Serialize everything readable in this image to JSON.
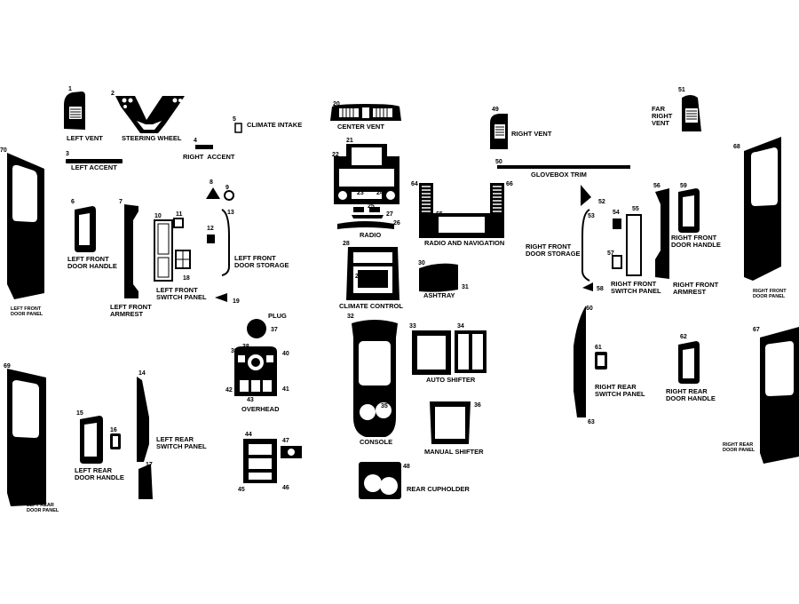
{
  "parts": [
    {
      "number": "1",
      "label": "LEFT VENT"
    },
    {
      "number": "2",
      "label": "STEERING WHEEL"
    },
    {
      "number": "3",
      "label": "LEFT ACCENT"
    },
    {
      "number": "4",
      "label": "RIGHT  ACCENT"
    },
    {
      "number": "5",
      "label": "CLIMATE INTAKE"
    },
    {
      "number": "6",
      "label": "LEFT FRONT\nDOOR HANDLE"
    },
    {
      "number": "7",
      "label": "LEFT FRONT\nARMREST"
    },
    {
      "number": "8",
      "label": ""
    },
    {
      "number": "9",
      "label": ""
    },
    {
      "number": "10",
      "label": "LEFT FRONT\nSWITCH PANEL"
    },
    {
      "number": "11",
      "label": ""
    },
    {
      "number": "12",
      "label": ""
    },
    {
      "number": "13",
      "label": "LEFT FRONT\nDOOR STORAGE"
    },
    {
      "number": "14",
      "label": "LEFT REAR\nSWITCH PANEL"
    },
    {
      "number": "15",
      "label": "LEFT REAR\nDOOR HANDLE"
    },
    {
      "number": "16",
      "label": ""
    },
    {
      "number": "17",
      "label": ""
    },
    {
      "number": "18",
      "label": ""
    },
    {
      "number": "19",
      "label": ""
    },
    {
      "number": "20",
      "label": "CENTER VENT"
    },
    {
      "number": "21",
      "label": ""
    },
    {
      "number": "22",
      "label": ""
    },
    {
      "number": "23",
      "label": ""
    },
    {
      "number": "24",
      "label": ""
    },
    {
      "number": "25",
      "label": ""
    },
    {
      "number": "26",
      "label": ""
    },
    {
      "number": "27",
      "label": "RADIO"
    },
    {
      "number": "28",
      "label": "CLIMATE CONTROL"
    },
    {
      "number": "29",
      "label": ""
    },
    {
      "number": "30",
      "label": "ASHTRAY"
    },
    {
      "number": "31",
      "label": ""
    },
    {
      "number": "32",
      "label": "CONSOLE"
    },
    {
      "number": "33",
      "label": "AUTO SHIFTER"
    },
    {
      "number": "34",
      "label": ""
    },
    {
      "number": "35",
      "label": ""
    },
    {
      "number": "36",
      "label": "MANUAL SHIFTER"
    },
    {
      "number": "37",
      "label": "PLUG"
    },
    {
      "number": "38",
      "label": "OVERHEAD"
    },
    {
      "number": "39",
      "label": ""
    },
    {
      "number": "40",
      "label": ""
    },
    {
      "number": "41",
      "label": ""
    },
    {
      "number": "42",
      "label": ""
    },
    {
      "number": "43",
      "label": ""
    },
    {
      "number": "44",
      "label": ""
    },
    {
      "number": "45",
      "label": ""
    },
    {
      "number": "46",
      "label": ""
    },
    {
      "number": "47",
      "label": ""
    },
    {
      "number": "48",
      "label": "REAR CUPHOLDER"
    },
    {
      "number": "49",
      "label": "RIGHT VENT"
    },
    {
      "number": "50",
      "label": "GLOVEBOX TRIM"
    },
    {
      "number": "51",
      "label": "FAR\nRIGHT\nVENT"
    },
    {
      "number": "52",
      "label": ""
    },
    {
      "number": "53",
      "label": "RIGHT FRONT\nDOOR STORAGE"
    },
    {
      "number": "54",
      "label": ""
    },
    {
      "number": "55",
      "label": "RIGHT FRONT\nSWITCH PANEL"
    },
    {
      "number": "56",
      "label": "RIGHT FRONT\nARMREST"
    },
    {
      "number": "57",
      "label": ""
    },
    {
      "number": "58",
      "label": ""
    },
    {
      "number": "59",
      "label": "RIGHT FRONT\nDOOR HANDLE"
    },
    {
      "number": "60",
      "label": ""
    },
    {
      "number": "61",
      "label": "RIGHT REAR\nSWITCH PANEL"
    },
    {
      "number": "62",
      "label": "RIGHT REAR\nDOOR HANDLE"
    },
    {
      "number": "63",
      "label": ""
    },
    {
      "number": "64",
      "label": ""
    },
    {
      "number": "65",
      "label": "RADIO AND NAVIGATION"
    },
    {
      "number": "66",
      "label": ""
    },
    {
      "number": "67",
      "label": "RIGHT REAR\nDOOR PANEL"
    },
    {
      "number": "68",
      "label": "RIGHT FRONT\nDOOR PANEL"
    },
    {
      "number": "69",
      "label": "LEFT REAR\nDOOR PANEL"
    },
    {
      "number": "70",
      "label": "LEFT FRONT\nDOOR PANEL"
    }
  ],
  "colors": {
    "ink": "#000000",
    "background": "#ffffff"
  }
}
